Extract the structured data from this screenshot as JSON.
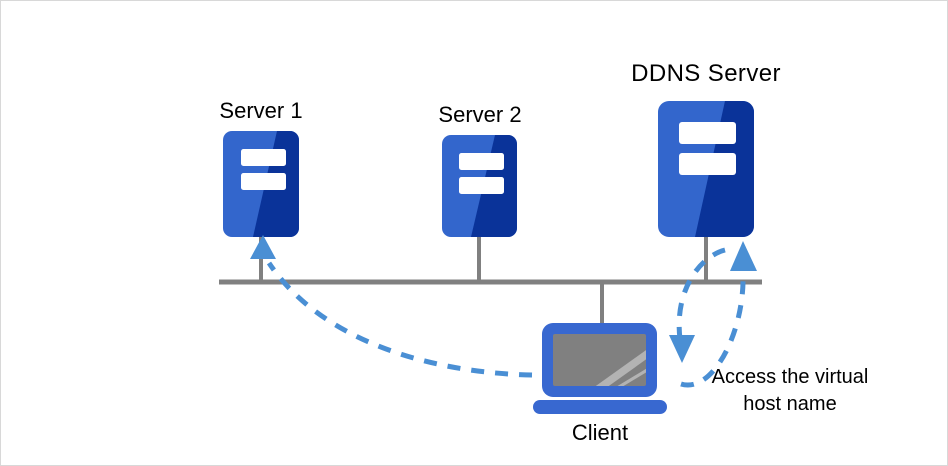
{
  "diagram": {
    "type": "network-topology",
    "title": "",
    "background_color": "#ffffff",
    "border_color": "#d8d8d8",
    "palette": {
      "server_light_blue": "#3366cc",
      "server_dark_blue": "#0a3399",
      "server_slot_white": "#ffffff",
      "bus_line_gray": "#808080",
      "arrow_blue": "#4a8fd4",
      "client_bezel_blue": "#3868d0",
      "client_screen_gray": "#808080",
      "client_screen_glare": "#b3b3b3",
      "text_black": "#000000"
    },
    "nodes": [
      {
        "id": "server-1",
        "label": "Server 1",
        "kind": "server",
        "size": "standard"
      },
      {
        "id": "server-2",
        "label": "Server 2",
        "kind": "server",
        "size": "standard"
      },
      {
        "id": "ddns-server",
        "label": "DDNS Server",
        "kind": "server",
        "size": "large"
      },
      {
        "id": "client",
        "label": "Client",
        "kind": "laptop",
        "size": "standard"
      }
    ],
    "bus": {
      "name": "network-bus",
      "orientation": "horizontal"
    },
    "connections": [
      {
        "from": "server-1",
        "to": "network-bus",
        "style": "solid",
        "color": "#808080"
      },
      {
        "from": "server-2",
        "to": "network-bus",
        "style": "solid",
        "color": "#808080"
      },
      {
        "from": "ddns-server",
        "to": "network-bus",
        "style": "solid",
        "color": "#808080"
      },
      {
        "from": "client",
        "to": "network-bus",
        "style": "solid",
        "color": "#808080"
      }
    ],
    "flows": [
      {
        "id": "client-to-server1",
        "from": "client",
        "to": "server-1",
        "style": "dashed-curve",
        "color": "#4a8fd4",
        "arrowhead": "at-server-1"
      },
      {
        "id": "ddns-query-down",
        "from": "ddns-server",
        "to": "client",
        "style": "dashed-curve",
        "color": "#4a8fd4",
        "arrowhead": "pointing-down"
      },
      {
        "id": "ddns-response-up",
        "from": "client",
        "to": "ddns-server",
        "style": "dashed-curve",
        "color": "#4a8fd4",
        "arrowhead": "pointing-up"
      }
    ],
    "annotations": [
      {
        "id": "access-virtual-host-name",
        "line1": "Access the virtual",
        "line2": "host name"
      }
    ]
  }
}
